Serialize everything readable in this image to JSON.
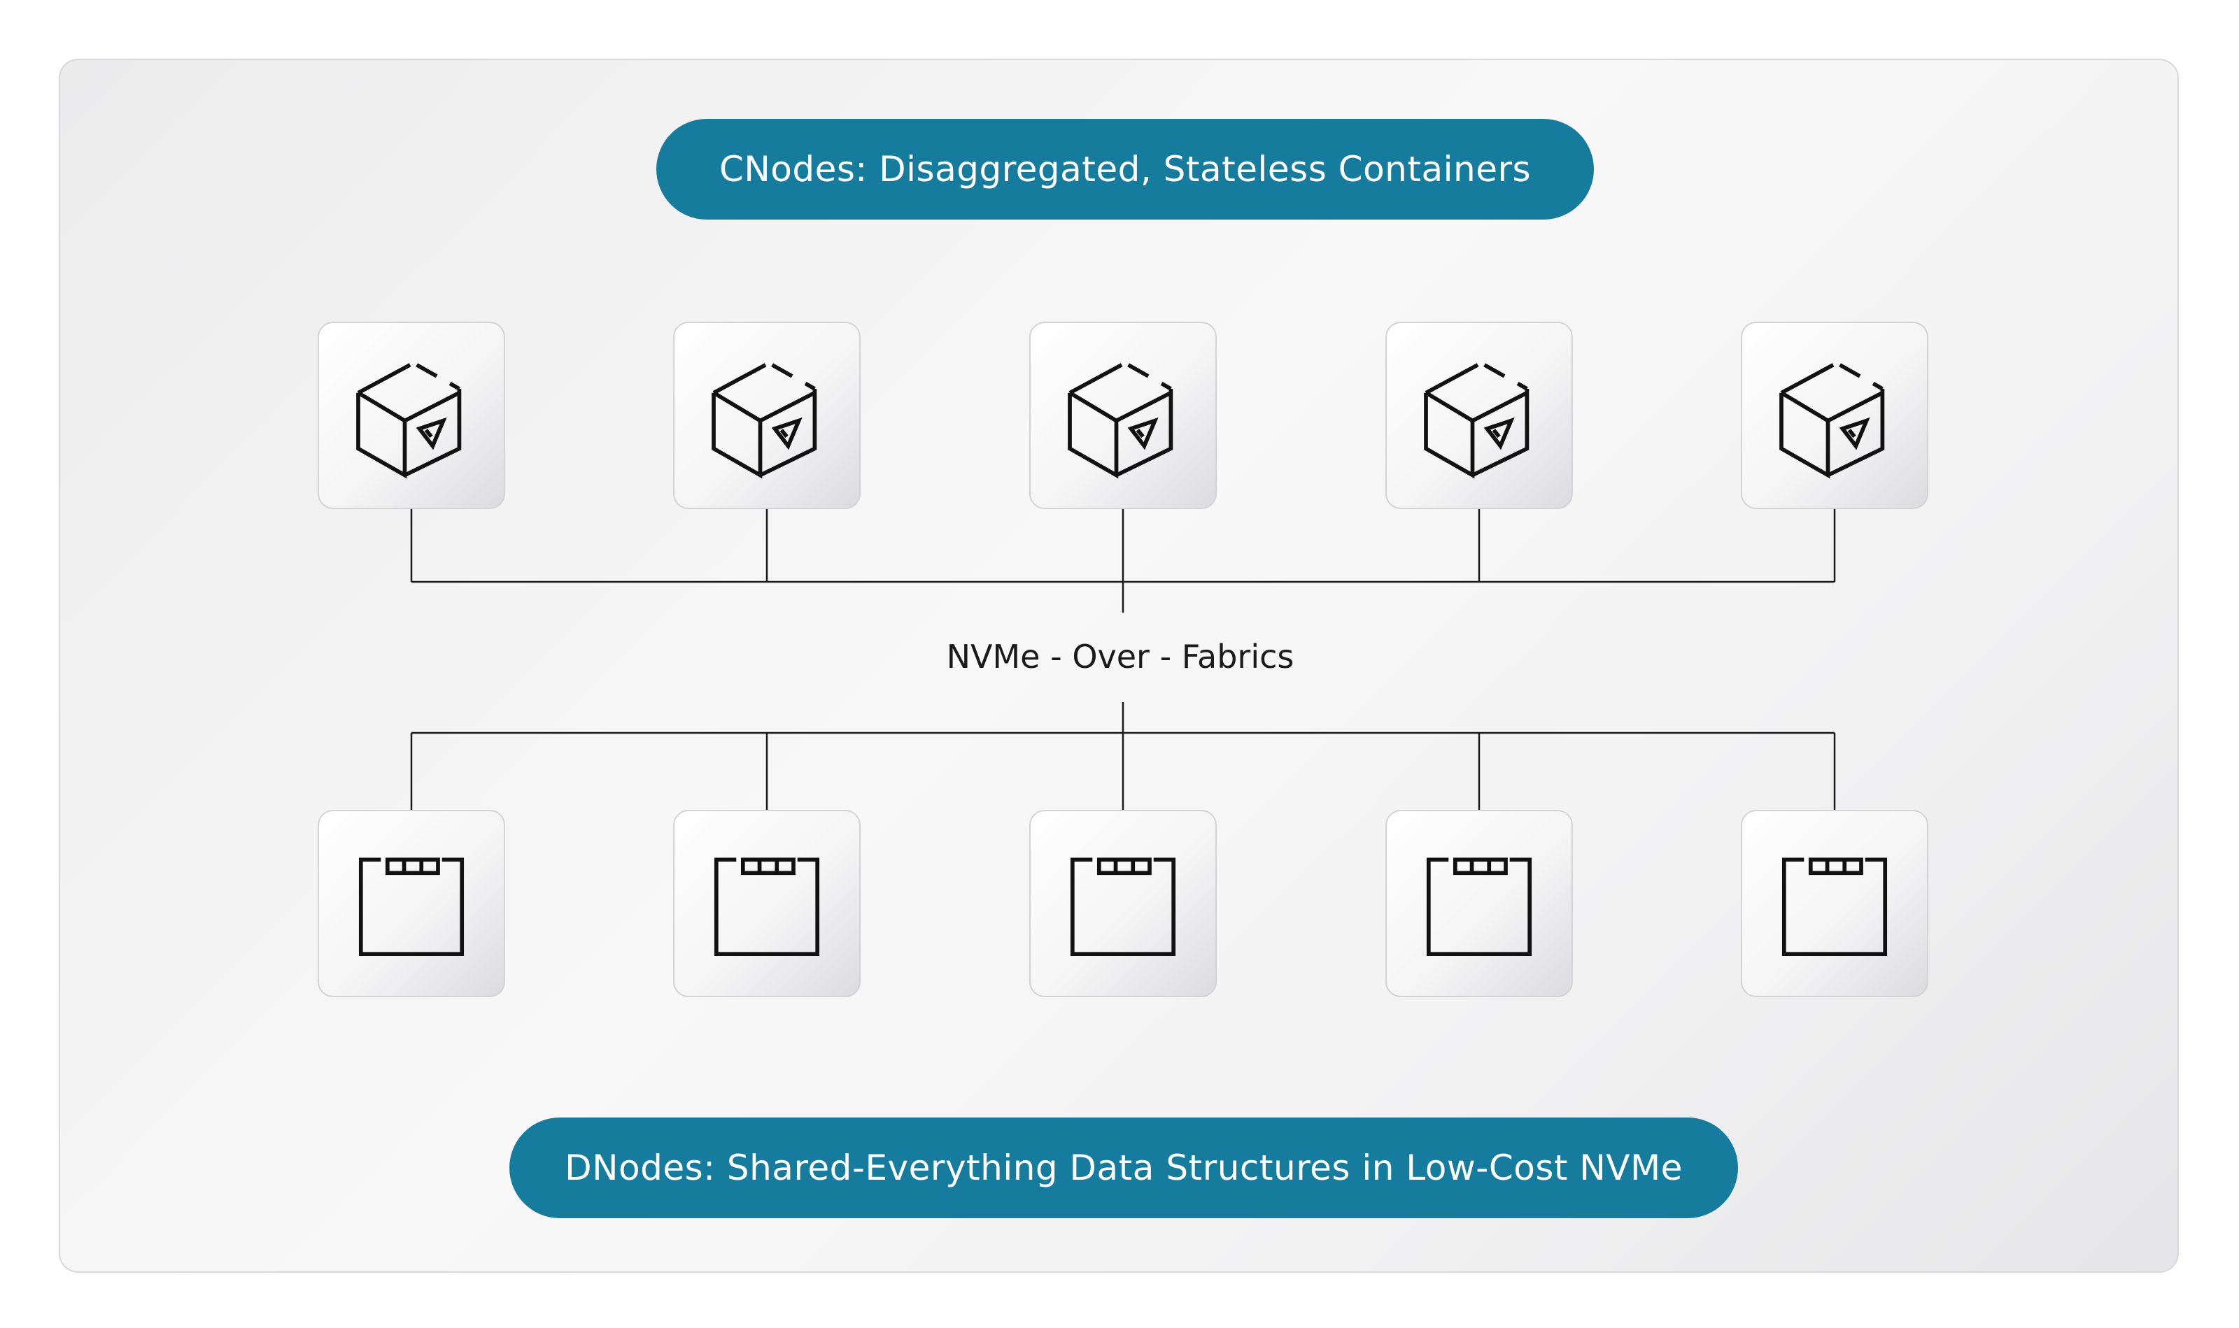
{
  "header_pill": {
    "text": "CNodes: Disaggregated, Stateless Containers"
  },
  "footer_pill": {
    "text": "DNodes: Shared-Everything Data Structures in Low-Cost NVMe"
  },
  "fabric": {
    "label": "NVMe - Over - Fabrics"
  },
  "colors": {
    "pill_background": "#167c9e",
    "pill_text": "#ffffff",
    "icon_stroke": "#111111",
    "connector_line": "#1a1a1a"
  },
  "cnodes": {
    "count": 5,
    "icon": "container-cube-icon"
  },
  "dnodes": {
    "count": 5,
    "icon": "storage-drive-icon"
  }
}
